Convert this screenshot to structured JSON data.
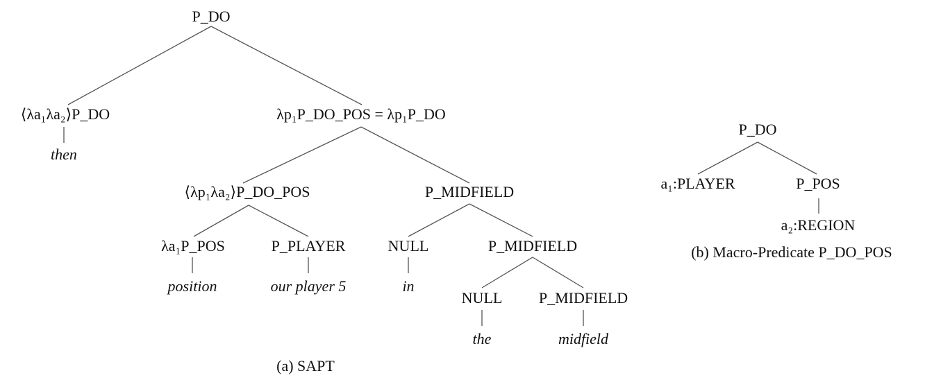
{
  "sapt": {
    "nodes": {
      "root": "P_DO",
      "then_pred": "⟨λa₁λa₂⟩P_DO",
      "do_pos_eq": "λp₁P_DO_POS = λp₁P_DO",
      "do_pos_curried": "⟨λp₁λa₂⟩P_DO_POS",
      "pos_pred": "λa₁P_POS",
      "player_pred": "P_PLAYER",
      "midfield_top": "P_MIDFIELD",
      "null_in": "NULL",
      "midfield_mid": "P_MIDFIELD",
      "null_the": "NULL",
      "midfield_leaf": "P_MIDFIELD"
    },
    "words": {
      "then": "then",
      "position": "position",
      "our_player_5": "our player 5",
      "in": "in",
      "the": "the",
      "midfield": "midfield"
    },
    "caption": "(a) SAPT"
  },
  "macro": {
    "nodes": {
      "root": "P_DO",
      "player_arg": "a₁:PLAYER",
      "pos": "P_POS",
      "region_arg": "a₂:REGION"
    },
    "caption": "(b) Macro-Predicate P_DO_POS"
  }
}
